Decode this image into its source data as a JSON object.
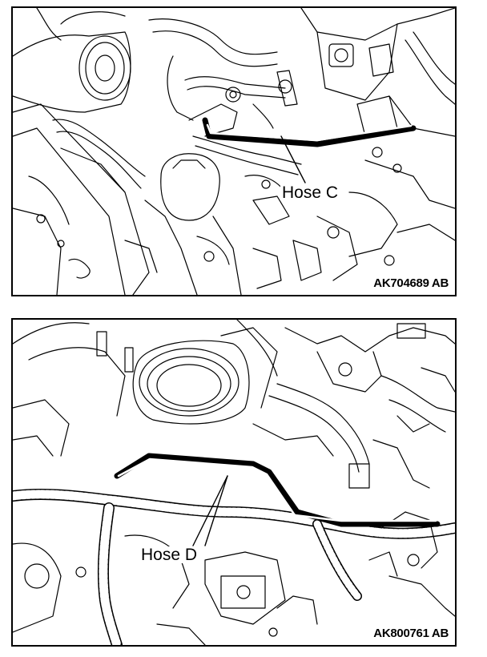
{
  "figures": [
    {
      "callout": "Hose C",
      "figure_code": "AK704689 AB",
      "line_color": "#000000",
      "highlight_hose_color": "#000000"
    },
    {
      "callout": "Hose D",
      "figure_code": "AK800761 AB",
      "line_color": "#000000",
      "highlight_hose_color": "#000000"
    }
  ]
}
